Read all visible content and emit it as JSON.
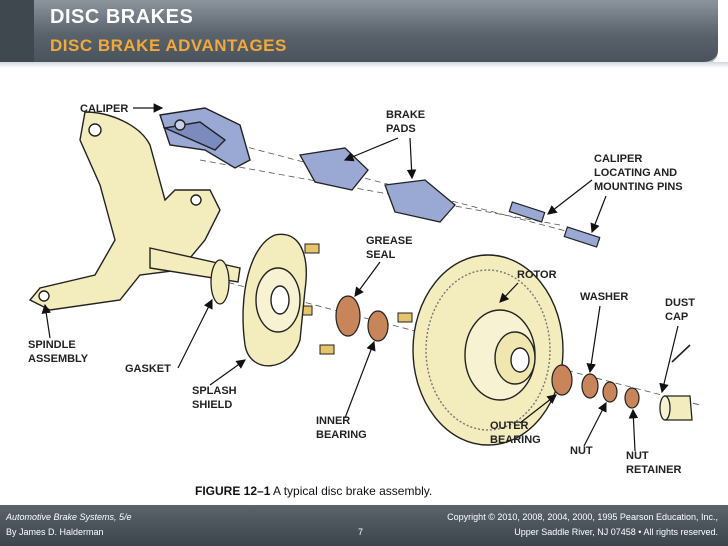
{
  "header": {
    "title": "DISC BRAKES",
    "subtitle": "DISC BRAKE ADVANTAGES"
  },
  "labels": {
    "caliper": "CALIPER",
    "brake_pads": [
      "BRAKE",
      "PADS"
    ],
    "caliper_pins": [
      "CALIPER",
      "LOCATING AND",
      "MOUNTING PINS"
    ],
    "grease_seal": [
      "GREASE",
      "SEAL"
    ],
    "rotor": "ROTOR",
    "washer": "WASHER",
    "dust_cap": [
      "DUST",
      "CAP"
    ],
    "spindle": [
      "SPINDLE",
      "ASSEMBLY"
    ],
    "gasket": "GASKET",
    "splash_shield": [
      "SPLASH",
      "SHIELD"
    ],
    "inner_bearing": [
      "INNER",
      "BEARING"
    ],
    "outer_bearing": [
      "OUTER",
      "BEARING"
    ],
    "nut": "NUT",
    "nut_retainer": [
      "NUT",
      "RETAINER"
    ]
  },
  "caption": {
    "figure": "FIGURE 12–1",
    "text": " A typical disc brake assembly."
  },
  "footer": {
    "book": "Automotive Brake Systems, 5/e",
    "author": "By James D. Halderman",
    "page": "7",
    "copyright1": "Copyright © 2010, 2008, 2004, 2000, 1995 Pearson Education, Inc.,",
    "copyright2": "Upper Saddle River, NJ 07458 • All rights reserved."
  },
  "colors": {
    "part_yellow": "#f3ecbc",
    "part_blue": "#9aa8d4",
    "part_copper": "#c8855a",
    "header_accent": "#f0a93a"
  }
}
